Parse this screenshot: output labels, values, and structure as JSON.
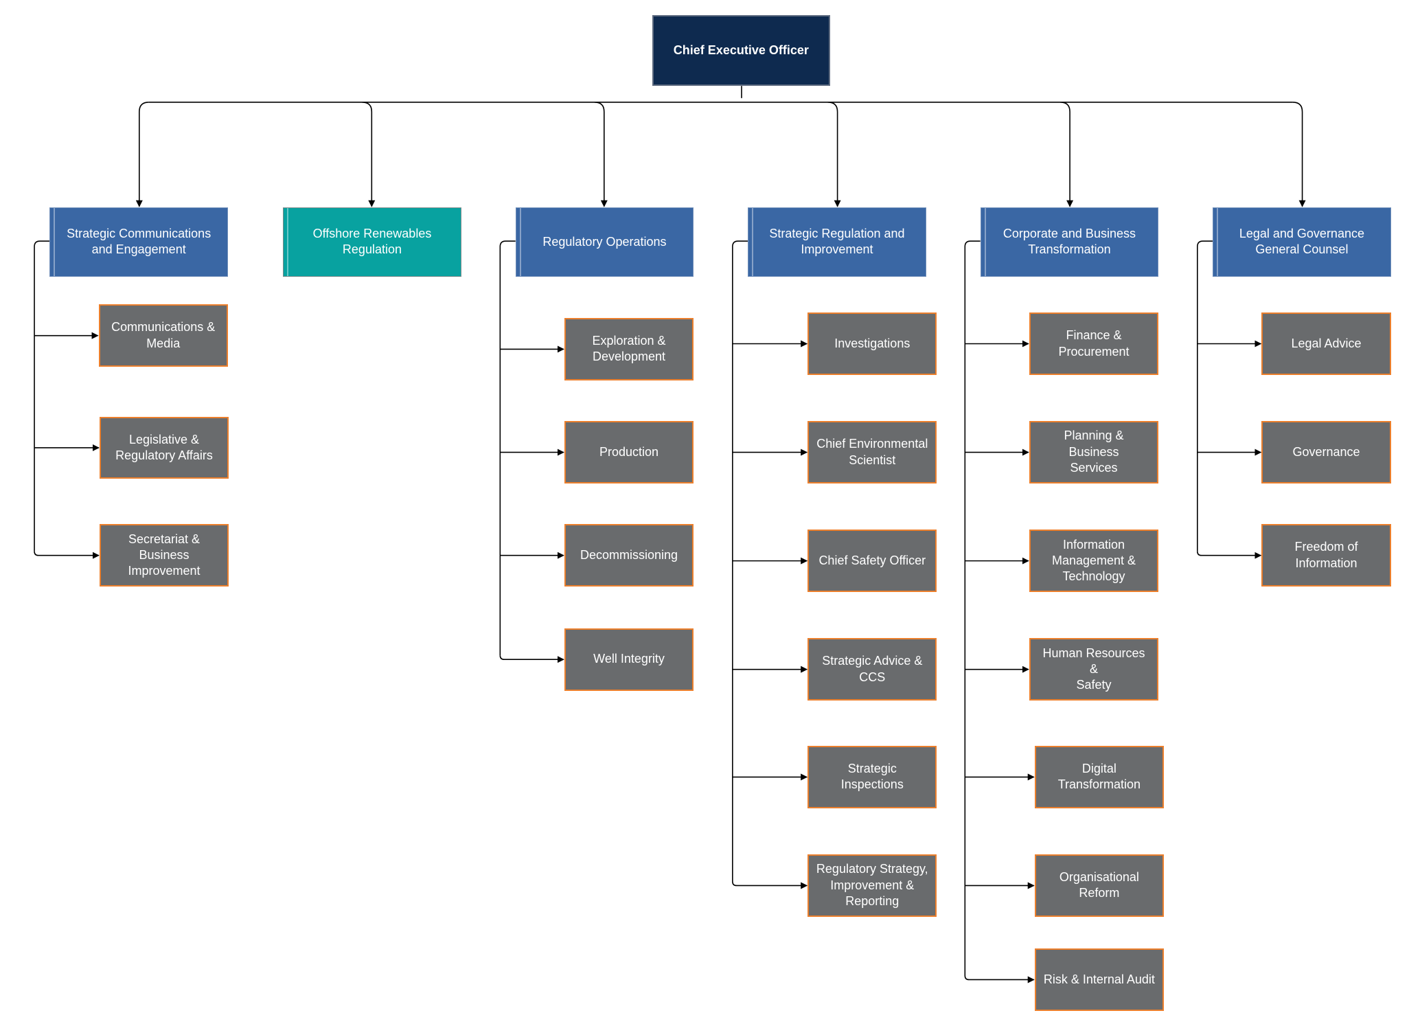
{
  "ceo": {
    "label": "Chief Executive Officer"
  },
  "colors": {
    "ceo_fill": "#0e2a4f",
    "department_fill": "#3a67a4",
    "renewables_fill": "#08a2a0",
    "unit_fill": "#696b6d",
    "unit_border": "#ec7f2c",
    "connector": "#000000"
  },
  "departments": [
    {
      "label": "Strategic Communications\nand Engagement",
      "fill": "blue",
      "units": [
        "Communications &\nMedia",
        "Legislative &\nRegulatory Affairs",
        "Secretariat & Business\nImprovement"
      ]
    },
    {
      "label": "Offshore Renewables\nRegulation",
      "fill": "teal",
      "units": []
    },
    {
      "label": "Regulatory Operations",
      "fill": "blue",
      "units": [
        "Exploration &\nDevelopment",
        "Production",
        "Decommissioning",
        "Well Integrity"
      ]
    },
    {
      "label": "Strategic Regulation and\nImprovement",
      "fill": "blue",
      "units": [
        "Investigations",
        "Chief Environmental\nScientist",
        "Chief Safety Officer",
        "Strategic Advice &\nCCS",
        "Strategic Inspections",
        "Regulatory Strategy,\nImprovement &\nReporting"
      ]
    },
    {
      "label": "Corporate and Business\nTransformation",
      "fill": "blue",
      "units": [
        "Finance &\nProcurement",
        "Planning & Business\nServices",
        "Information\nManagement &\nTechnology",
        "Human Resources &\nSafety",
        "Digital\nTransformation",
        "Organisational\nReform",
        "Risk & Internal Audit"
      ]
    },
    {
      "label": "Legal and Governance\nGeneral Counsel",
      "fill": "blue",
      "units": [
        "Legal Advice",
        "Governance",
        "Freedom of\nInformation"
      ]
    }
  ]
}
